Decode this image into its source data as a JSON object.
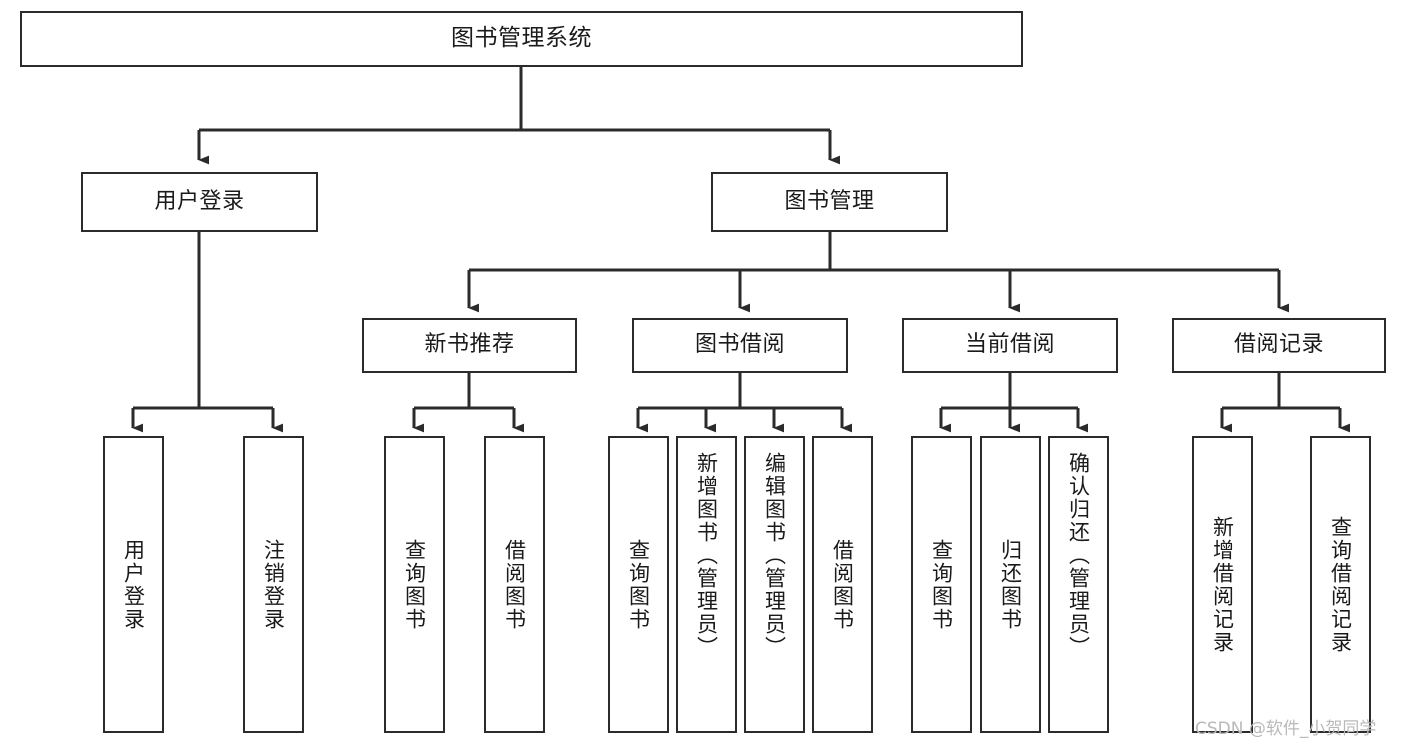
{
  "diagram": {
    "title": "图书管理系统",
    "type": "tree",
    "orientation": "top-down",
    "colors": {
      "box_border": "#2b2b2b",
      "box_fill": "#ffffff",
      "connector": "#2b2b2b",
      "background": "#ffffff",
      "watermark": "#b9b9b9"
    },
    "levels": {
      "root": {
        "label": "图书管理系统"
      },
      "level2": [
        {
          "label": "用户登录"
        },
        {
          "label": "图书管理"
        }
      ],
      "level3": [
        {
          "label": "新书推荐"
        },
        {
          "label": "图书借阅"
        },
        {
          "label": "当前借阅"
        },
        {
          "label": "借阅记录"
        }
      ],
      "leaves": {
        "user_login": [
          {
            "label": "用户登录"
          },
          {
            "label": "注销登录"
          }
        ],
        "new_book_recommend": [
          {
            "label": "查询图书"
          },
          {
            "label": "借阅图书"
          }
        ],
        "book_borrow": [
          {
            "label": "查询图书"
          },
          {
            "label": "新增图书（管理员）"
          },
          {
            "label": "编辑图书（管理员）"
          },
          {
            "label": "借阅图书"
          }
        ],
        "current_borrow": [
          {
            "label": "查询图书"
          },
          {
            "label": "归还图书"
          },
          {
            "label": "确认归还（管理员）"
          }
        ],
        "borrow_record": [
          {
            "label": "新增借阅记录"
          },
          {
            "label": "查询借阅记录"
          }
        ]
      }
    }
  },
  "watermark": {
    "text": "CSDN @软件_小贺同学"
  }
}
